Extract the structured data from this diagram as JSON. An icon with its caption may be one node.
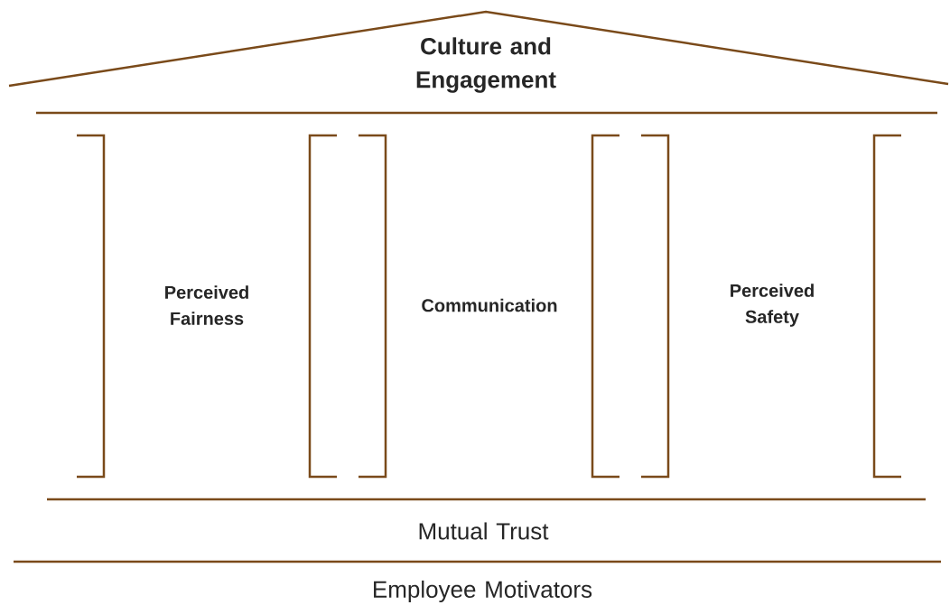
{
  "diagram": {
    "nodes": [
      {
        "text": [
          "Culture and Engagement"
        ]
      },
      {
        "text": [
          "Perceived Fairness"
        ]
      },
      {
        "text": [
          "Communication"
        ]
      },
      {
        "text": [
          "Perceived Safety"
        ]
      },
      {
        "text": [
          "Mutual Trust"
        ]
      },
      {
        "text": [
          "Employee Motivators"
        ]
      }
    ]
  }
}
